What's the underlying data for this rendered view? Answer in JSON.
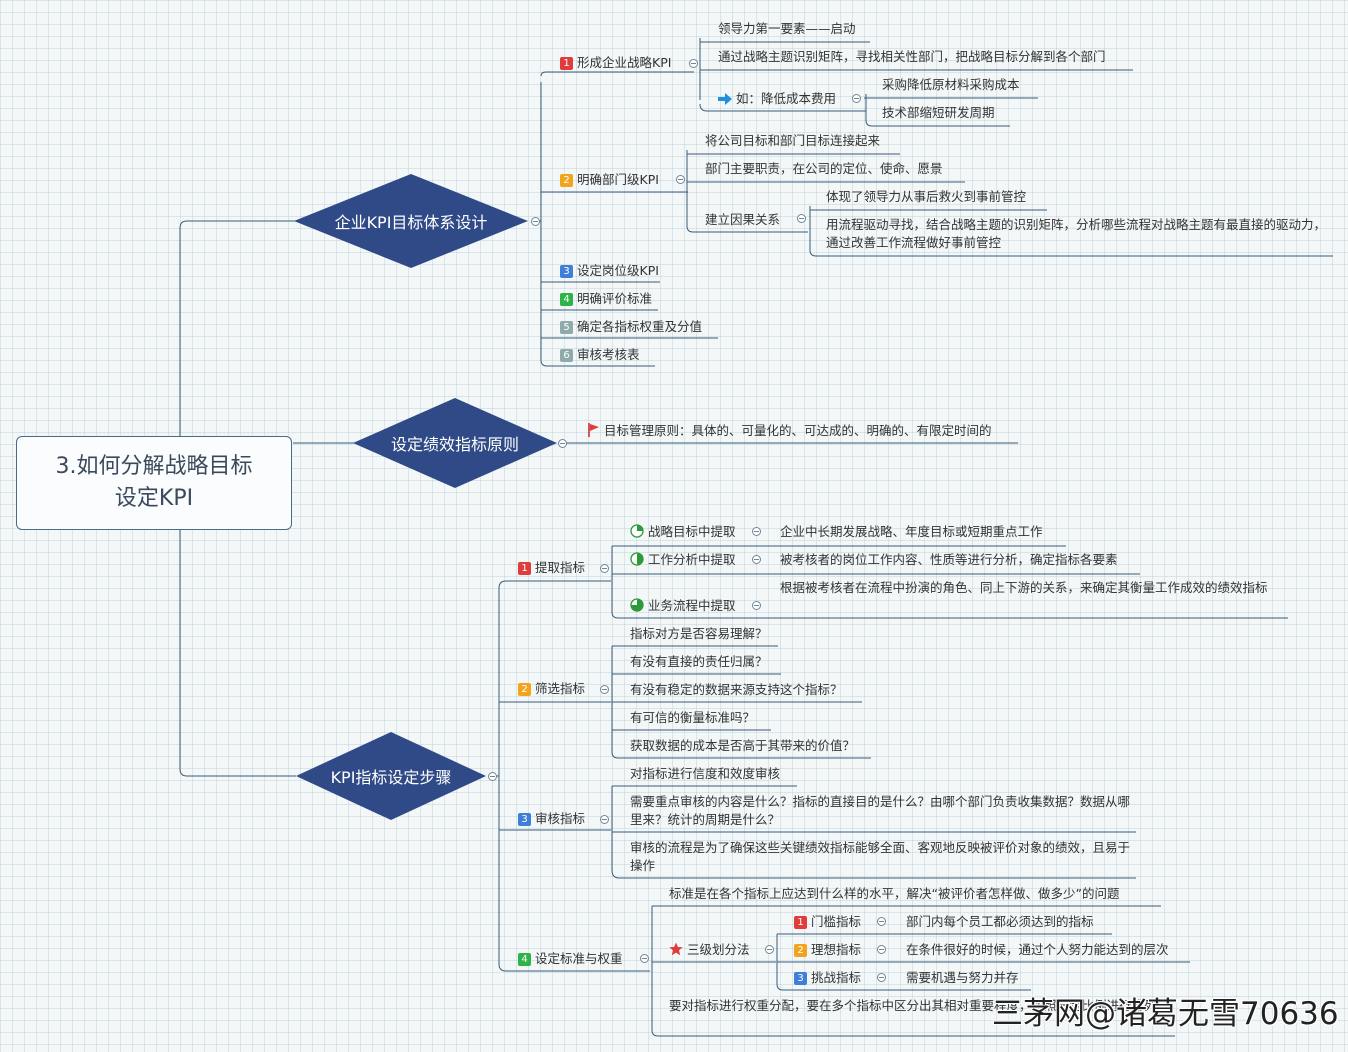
{
  "root": {
    "title": "3.如何分解战略目标\n设定KPI"
  },
  "colors": {
    "diamond": "#2f4a86",
    "line": "#3a5b78",
    "b1": "#e03c3c",
    "b2": "#f2a51c",
    "b3": "#3f7fd8",
    "b4": "#2db34a",
    "b5": "#8eaaaa",
    "b6": "#8eaaaa"
  },
  "branches": {
    "b1": {
      "title": "企业KPI目标体系设计",
      "items": {
        "s1": {
          "badge": "1",
          "label": "形成企业战略KPI",
          "c1": "领导力第一要素——启动",
          "c2": "通过战略主题识别矩阵，寻找相关性部门，把战略目标分解到各个部门",
          "c3": "如：降低成本费用",
          "c3a": "采购降低原材料采购成本",
          "c3b": "技术部缩短研发周期"
        },
        "s2": {
          "badge": "2",
          "label": "明确部门级KPI",
          "c1": "将公司目标和部门目标连接起来",
          "c2": "部门主要职责，在公司的定位、使命、愿景",
          "c3": "建立因果关系",
          "c3a": "体现了领导力从事后救火到事前管控",
          "c3b": "用流程驱动寻找，结合战略主题的识别矩阵，分析哪些流程对战略主题有最直接的驱动力，通过改善工作流程做好事前管控"
        },
        "s3": {
          "badge": "3",
          "label": "设定岗位级KPI"
        },
        "s4": {
          "badge": "4",
          "label": "明确评价标准"
        },
        "s5": {
          "badge": "5",
          "label": "确定各指标权重及分值"
        },
        "s6": {
          "badge": "6",
          "label": "审核考核表"
        }
      }
    },
    "b2": {
      "title": "设定绩效指标原则",
      "c1": "目标管理原则：具体的、可量化的、可达成的、明确的、有限定时间的"
    },
    "b3": {
      "title": "KPI指标设定步骤",
      "items": {
        "t1": {
          "badge": "1",
          "label": "提取指标",
          "a": "战略目标中提取",
          "a1": "企业中长期发展战略、年度目标或短期重点工作",
          "b": "工作分析中提取",
          "b1": "被考核者的岗位工作内容、性质等进行分析，确定指标各要素",
          "c": "业务流程中提取",
          "c1": "根据被考核者在流程中扮演的角色、同上下游的关系，来确定其衡量工作成效的绩效指标"
        },
        "t2": {
          "badge": "2",
          "label": "筛选指标",
          "q1": "指标对方是否容易理解？",
          "q2": "有没有直接的责任归属？",
          "q3": "有没有稳定的数据来源支持这个指标？",
          "q4": "有可信的衡量标准吗？",
          "q5": "获取数据的成本是否高于其带来的价值？"
        },
        "t3": {
          "badge": "3",
          "label": "审核指标",
          "r1": "对指标进行信度和效度审核",
          "r2": "需要重点审核的内容是什么？指标的直接目的是什么？由哪个部门负责收集数据？数据从哪里来？统计的周期是什么？",
          "r3": "审核的流程是为了确保这些关键绩效指标能够全面、客观地反映被评价对象的绩效，且易于操作"
        },
        "t4": {
          "badge": "4",
          "label": "设定标准与权重",
          "s1": "标准是在各个指标上应达到什么样的水平，解决“被评价者怎样做、做多少”的问题",
          "s2": "三级划分法",
          "l1": {
            "badge": "1",
            "label": "门槛指标",
            "desc": "部门内每个员工都必须达到的指标"
          },
          "l2": {
            "badge": "2",
            "label": "理想指标",
            "desc": "在条件很好的时候，通过个人努力能达到的层次"
          },
          "l3": {
            "badge": "3",
            "label": "挑战指标",
            "desc": "需要机遇与努力并存"
          },
          "s3": "要对指标进行权重分配，要在多个指标中区分出其相对重要程度，按照一定比例进行排列"
        }
      }
    }
  },
  "watermark": "三茅网@诸葛无雪70636"
}
